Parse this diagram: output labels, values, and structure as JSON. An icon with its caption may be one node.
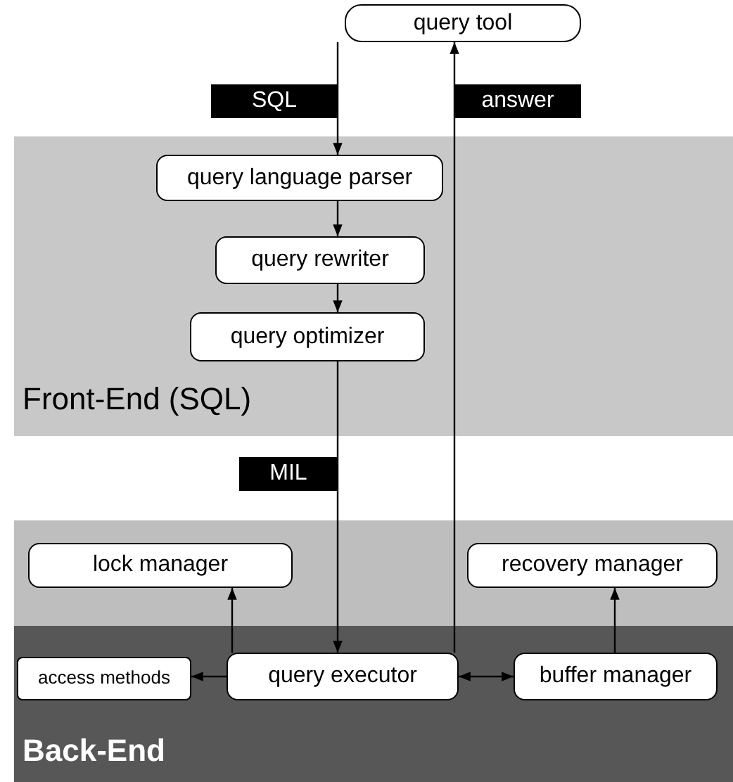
{
  "diagram": {
    "nodes": [
      {
        "text": [
          "query tool"
        ]
      },
      {
        "text": [
          "Front-End (SQL)"
        ]
      },
      {
        "text": [
          "query language parser"
        ],
        "in": 1
      },
      {
        "text": [
          "query rewriter"
        ],
        "in": 1
      },
      {
        "text": [
          "query optimizer"
        ],
        "in": 1
      },
      {
        "text": [
          "Back-End"
        ]
      },
      {
        "text": [
          "lock manager"
        ],
        "in": 5
      },
      {
        "text": [
          "recovery manager"
        ],
        "in": 5
      },
      {
        "text": [
          "access methods"
        ],
        "in": 5
      },
      {
        "text": [
          "query executor"
        ],
        "in": 5
      },
      {
        "text": [
          "buffer manager"
        ],
        "in": 5
      }
    ],
    "edges": [
      {
        "from": 0,
        "to": 2,
        "arrow": "to",
        "label": "SQL"
      },
      {
        "from": 2,
        "to": 3,
        "arrow": "to"
      },
      {
        "from": 3,
        "to": 4,
        "arrow": "to"
      },
      {
        "from": 4,
        "to": 9,
        "arrow": "to",
        "label": "MIL"
      },
      {
        "from": 9,
        "to": 0,
        "arrow": "to",
        "label": "answer"
      },
      {
        "from": 9,
        "to": 6,
        "arrow": "to"
      },
      {
        "from": 9,
        "to": 8,
        "arrow": "to"
      },
      {
        "from": 9,
        "to": 10,
        "arrow": "both"
      },
      {
        "from": 10,
        "to": 7,
        "arrow": "to"
      }
    ]
  }
}
